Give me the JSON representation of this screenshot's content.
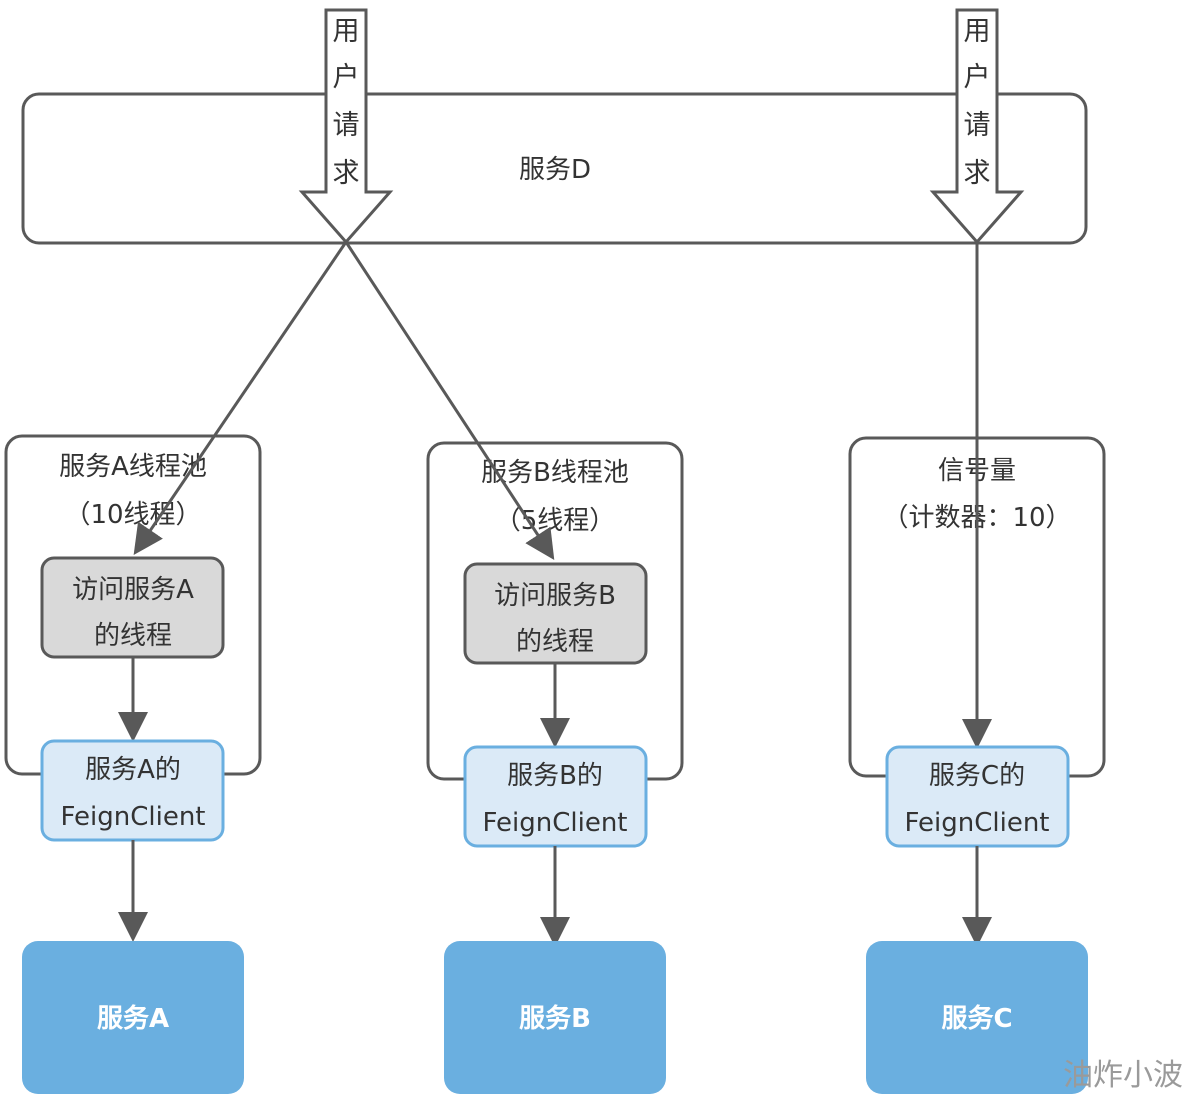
{
  "service_d": {
    "label": "服务D"
  },
  "user_request": {
    "chars": [
      "用",
      "户",
      "请",
      "求"
    ]
  },
  "pool_a": {
    "line1": "服务A线程池",
    "line2": "（10线程）"
  },
  "pool_b": {
    "line1": "服务B线程池",
    "line2": "（5线程）"
  },
  "semaphore": {
    "line1": "信号量",
    "line2": "（计数器：10）"
  },
  "thread_a": {
    "line1": "访问服务A",
    "line2": "的线程"
  },
  "thread_b": {
    "line1": "访问服务B",
    "line2": "的线程"
  },
  "feign_a": {
    "line1": "服务A的",
    "line2": "FeignClient"
  },
  "feign_b": {
    "line1": "服务B的",
    "line2": "FeignClient"
  },
  "feign_c": {
    "line1": "服务C的",
    "line2": "FeignClient"
  },
  "service_a": {
    "label": "服务A"
  },
  "service_b": {
    "label": "服务B"
  },
  "service_c": {
    "label": "服务C"
  },
  "watermark": {
    "text": "油炸小波"
  },
  "colors": {
    "stroke": "#595959",
    "thread_fill": "#d9d9d9",
    "feign_fill": "#dbeaf7",
    "feign_stroke": "#6aafe0",
    "service_fill": "#6aafe0"
  }
}
